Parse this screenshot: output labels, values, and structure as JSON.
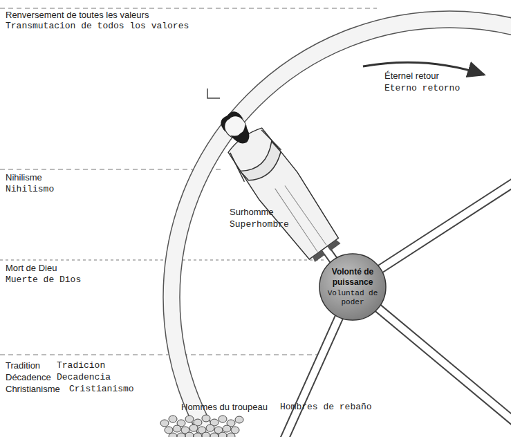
{
  "diagram": {
    "nodes": [
      {
        "text": [
          "Volonté de puissance",
          "Voluntad de poder"
        ]
      }
    ],
    "labels": [
      "Renversement de toutes les valeurs",
      "Transmutacion de todos los valores",
      "Éternel retour",
      "Eterno retorno",
      "Nihilisme",
      "Nihilismo",
      "Surhomme",
      "Superhombre",
      "Mort de Dieu",
      "Muerte de Dios",
      "Tradition",
      "Tradicion",
      "Décadence",
      "Decadencia",
      "Christianisme",
      "Cristianismo",
      "Hommes du troupeau",
      "Hombres de rebaño"
    ]
  }
}
